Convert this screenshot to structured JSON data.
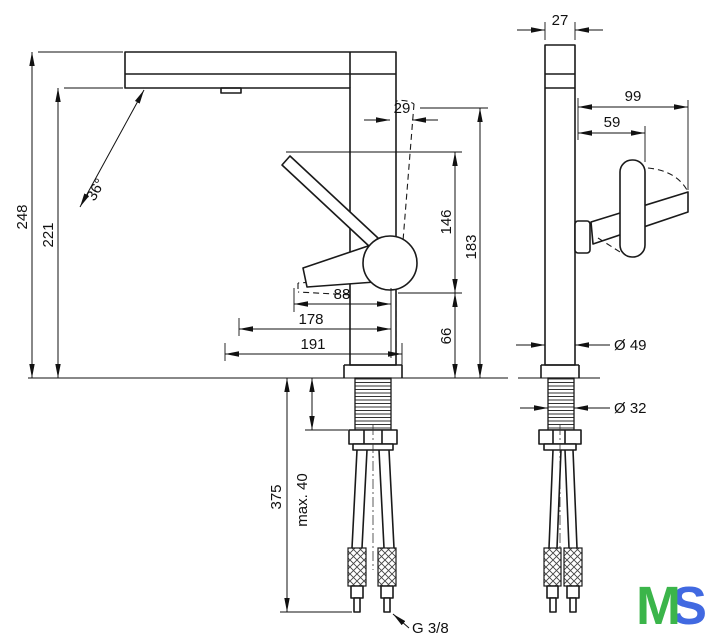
{
  "drawing": {
    "type": "technical dimension drawing",
    "subject": "single-lever mixer faucet, front and side views with mounting hoses",
    "labels": {
      "d248": "248",
      "d221": "221",
      "a36": "36°",
      "d29": "29",
      "d88": "88",
      "d178": "178",
      "d191": "191",
      "d183": "183",
      "d146": "146",
      "d66": "66",
      "d375": "375",
      "max40": "max. 40",
      "g38": "G 3/8",
      "d27": "27",
      "d99": "99",
      "d59": "59",
      "dia49": "Ø 49",
      "dia32": "Ø 32"
    },
    "logo": {
      "letter_m": "M",
      "letter_s": "S",
      "m_color": "#3bb54a",
      "s_color": "#4169e1"
    }
  }
}
